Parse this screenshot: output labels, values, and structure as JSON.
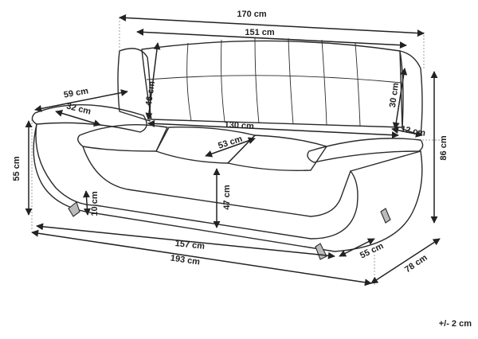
{
  "dimensions": {
    "total_width": "170 cm",
    "backrest_width": "151 cm",
    "backrest_height": "46 cm",
    "depth_armrest": "59 cm",
    "armrest_width": "32 cm",
    "seat_width": "130 cm",
    "armrest_height": "30 cm",
    "armrest_thickness": "12 cm",
    "seat_depth": "53 cm",
    "armrest_floor_height": "55 cm",
    "total_height": "86 cm",
    "seat_height": "47 cm",
    "leg_height": "10 cm",
    "inner_length": "157 cm",
    "outer_length": "193 cm",
    "seat_depth_front": "55 cm",
    "total_depth": "78 cm"
  },
  "tolerance": "+/- 2 cm",
  "colors": {
    "line": "#2a2a2a",
    "text": "#222222",
    "leg": "#bbbbbb"
  }
}
